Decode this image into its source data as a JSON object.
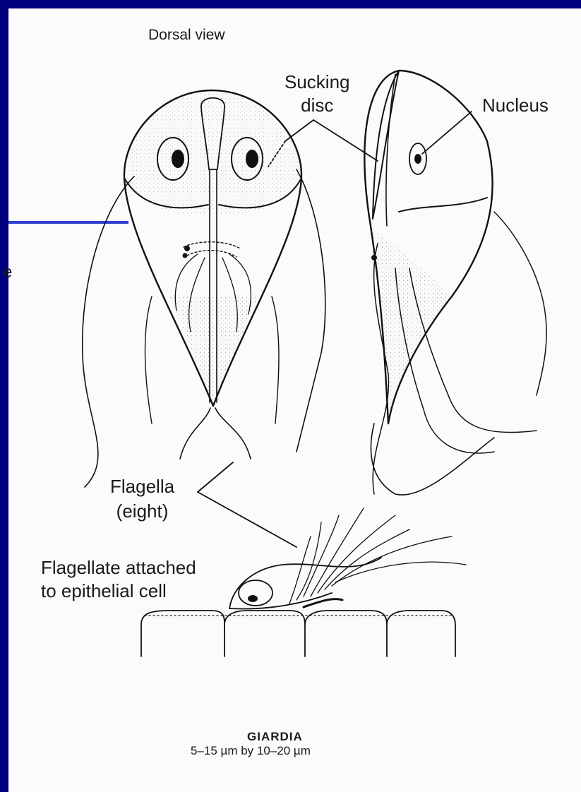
{
  "slide": {
    "frame_color": "#00007e",
    "paper_color": "#fbfbfb",
    "accent_line_color": "#2d3fd0",
    "edge_fragment": "e"
  },
  "diagram": {
    "view_label": "Dorsal view",
    "sucking_disc_line1": "Sucking",
    "sucking_disc_line2": "disc",
    "nucleus_label": "Nucleus",
    "flagella_line1": "Flagella",
    "flagella_line2": "(eight)",
    "attached_line1": "Flagellate attached",
    "attached_line2": "to epithelial cell",
    "title": "GIARDIA",
    "size": "5–15 µm by 10–20 µm"
  }
}
